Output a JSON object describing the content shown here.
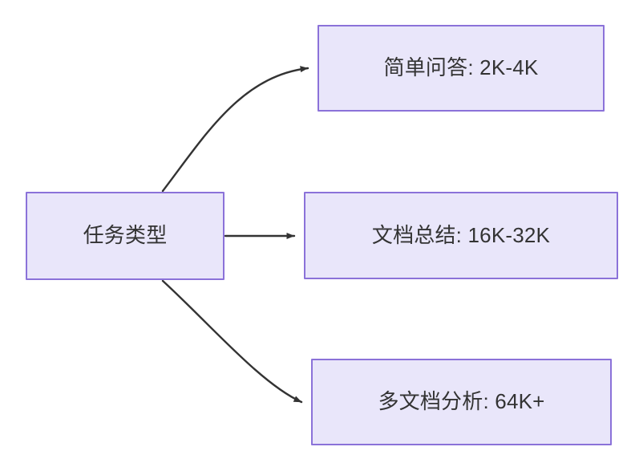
{
  "diagram": {
    "title": "任务类型",
    "background_color": "#ffffff",
    "node_fill_color": "#e9e6fa",
    "node_border_color": "#8b72d9",
    "node_text_color": "#333333",
    "edge_color": "#333333",
    "root": {
      "id": "root",
      "label": "任务类型"
    },
    "branches": [
      {
        "id": "simple-qa",
        "label": "简单问答: 2K-4K",
        "edge_style": "curved-up",
        "arrowhead": "filled-triangle"
      },
      {
        "id": "doc-summary",
        "label": "文档总结: 16K-32K",
        "edge_style": "straight",
        "arrowhead": "filled-triangle"
      },
      {
        "id": "multi-doc",
        "label": "多文档分析: 64K+",
        "edge_style": "curved-down",
        "arrowhead": "filled-triangle"
      }
    ]
  }
}
